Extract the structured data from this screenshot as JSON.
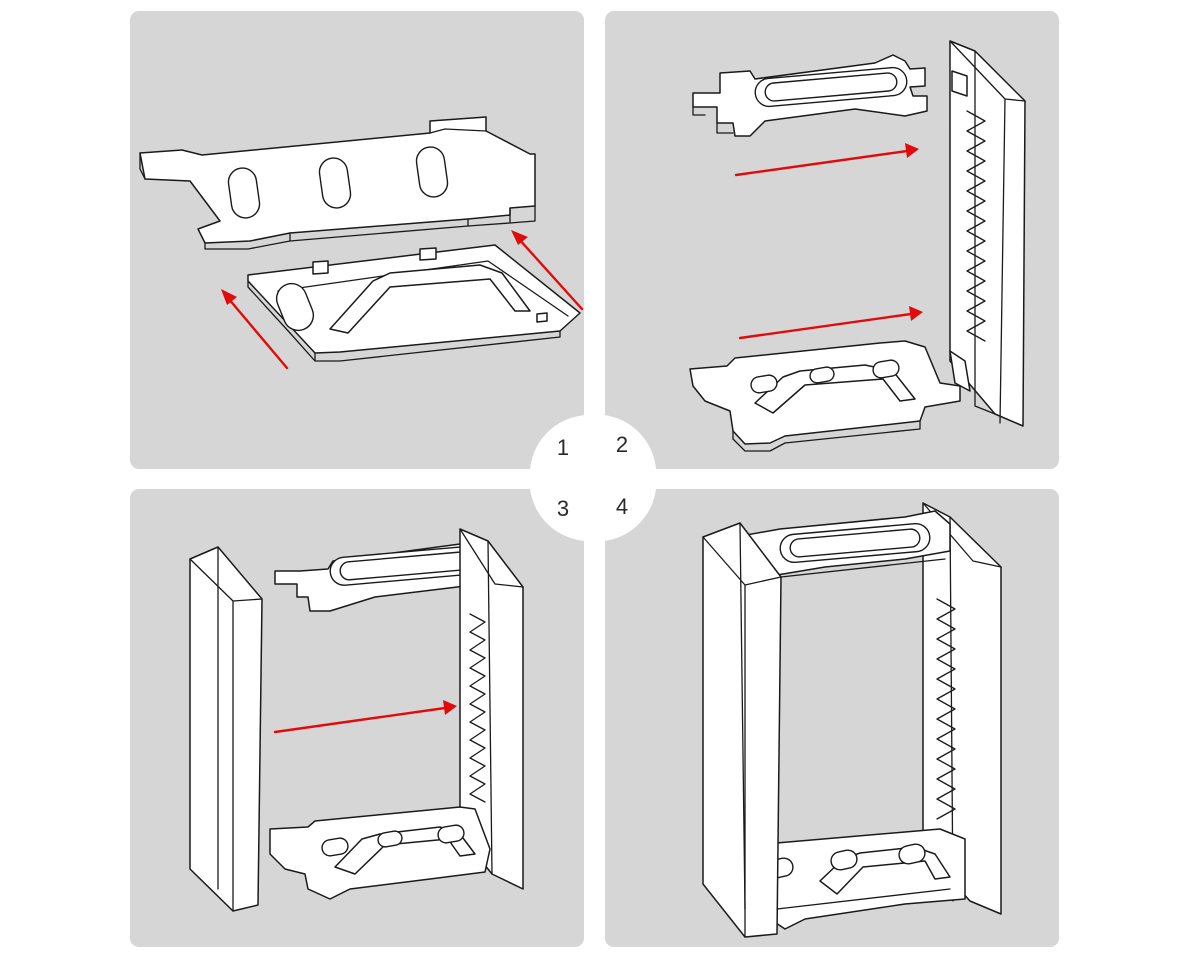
{
  "steps": [
    {
      "number": "1"
    },
    {
      "number": "2"
    },
    {
      "number": "3"
    },
    {
      "number": "4"
    }
  ],
  "colors": {
    "panel_bg": "#d6d6d6",
    "arrow": "#e20b0b",
    "line": "#1a1a1a",
    "part_fill": "#ffffff"
  },
  "icons": [
    "step-badge-icon",
    "arrow-icon"
  ]
}
